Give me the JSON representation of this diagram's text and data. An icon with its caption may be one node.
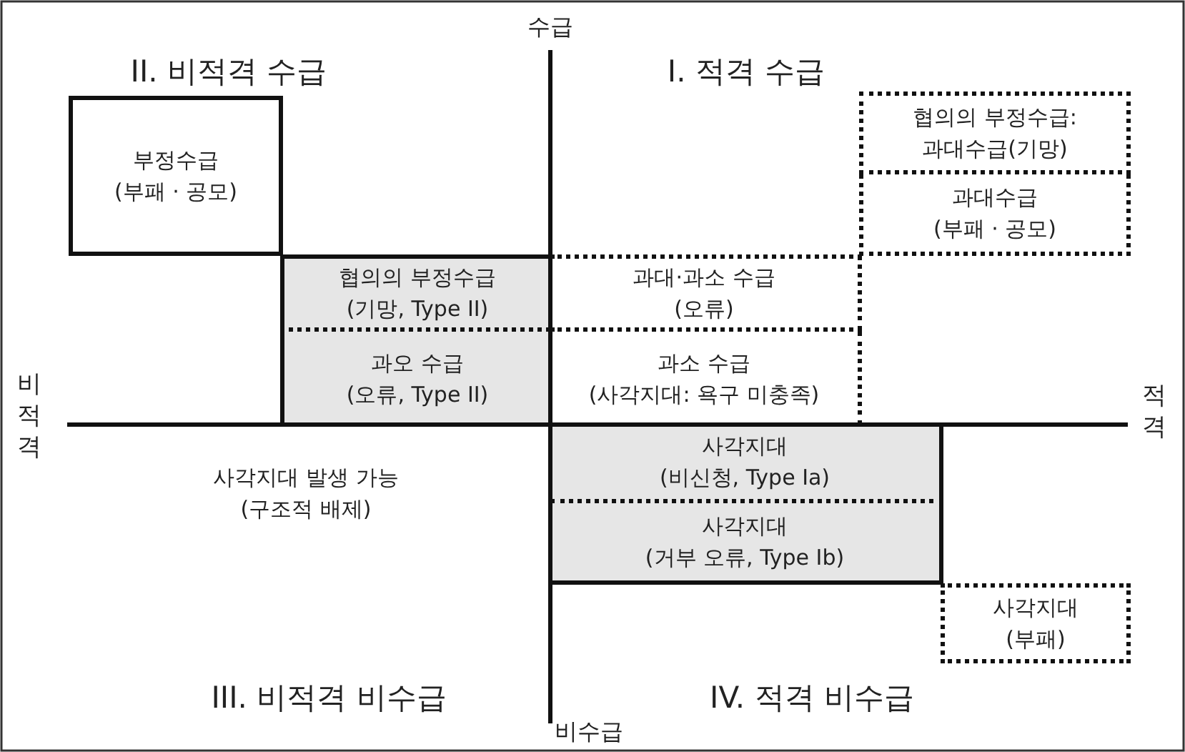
{
  "diagram": {
    "nodes": [
      {
        "text": [
          "부정수급",
          "(부패 · 공모)"
        ]
      },
      {
        "text": [
          "협의의 부정수급",
          "(기망, Type II)"
        ]
      },
      {
        "text": [
          "과오 수급",
          "(오류, Type II)"
        ]
      },
      {
        "text": [
          "과대·과소 수급",
          "(오류)"
        ]
      },
      {
        "text": [
          "과소 수급",
          "(사각지대: 욕구 미충족)"
        ]
      },
      {
        "text": [
          "협의의 부정수급:",
          "과대수급(기망)"
        ]
      },
      {
        "text": [
          "과대수급",
          "(부패 ·  공모)"
        ]
      },
      {
        "text": [
          "사각지대",
          "(비신청, Type Ia)"
        ]
      },
      {
        "text": [
          "사각지대",
          "(거부 오류, Type Ib)"
        ]
      },
      {
        "text": [
          "사각지대",
          "(부패)"
        ]
      }
    ],
    "labels": [
      "수급",
      "II. 비적격 수급",
      "I. 적격 수급",
      "비적격",
      "적격",
      "사각지대 발생 가능",
      "(구조적 배제)",
      "III. 비적격 비수급",
      "IV. 적격 비수급",
      "비수급"
    ]
  }
}
